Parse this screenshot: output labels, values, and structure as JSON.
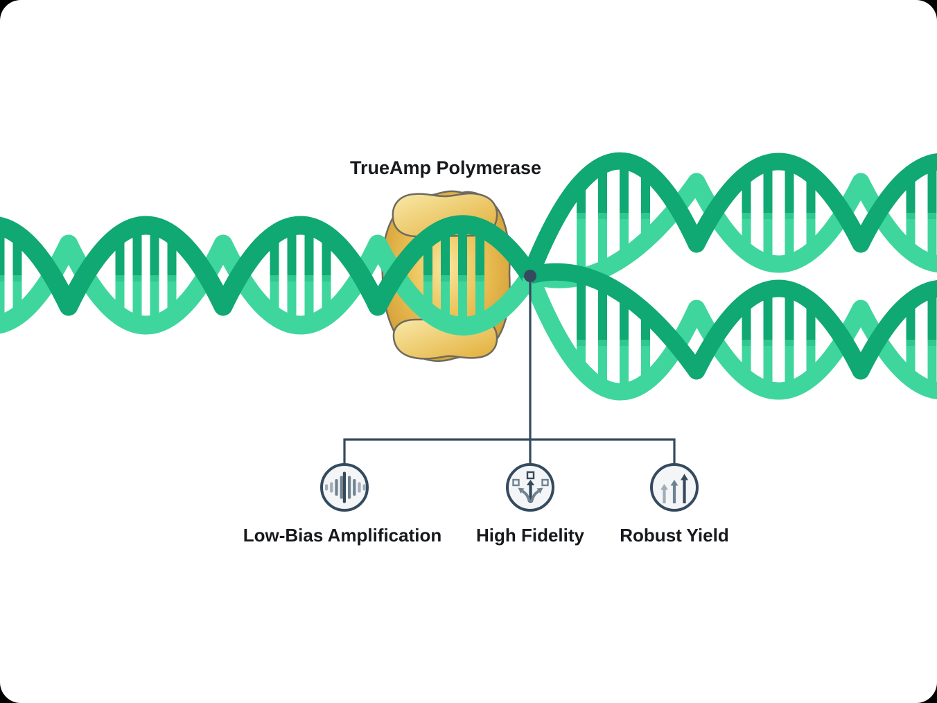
{
  "title": "TrueAmp Polymerase",
  "features": [
    {
      "label": "Low-Bias Amplification",
      "icon": "equalizer-waveform-icon"
    },
    {
      "label": "High Fidelity",
      "icon": "branching-arrows-icon"
    },
    {
      "label": "Robust Yield",
      "icon": "rising-arrows-icon"
    }
  ],
  "palette": {
    "dna_dark_green": "#10A873",
    "dna_light_green": "#3FD69E",
    "dna_band_green": "#30C88F",
    "polymerase_gold_light": "#F7E69F",
    "polymerase_gold": "#EBC155",
    "polymerase_gold_dark": "#CE9631",
    "polymerase_lobe_light": "#F9E9A9",
    "polymerase_lobe_dark": "#E2AE38",
    "polymerase_outline": "#6E6A5F",
    "connector": "#344A5E",
    "circle_fill": "#F3F5F6",
    "icon_dark": "#36495B",
    "icon_medium": "#6F8291",
    "icon_light": "#A0ACB6",
    "text": "#17191C",
    "background": "#FFFFFF"
  }
}
